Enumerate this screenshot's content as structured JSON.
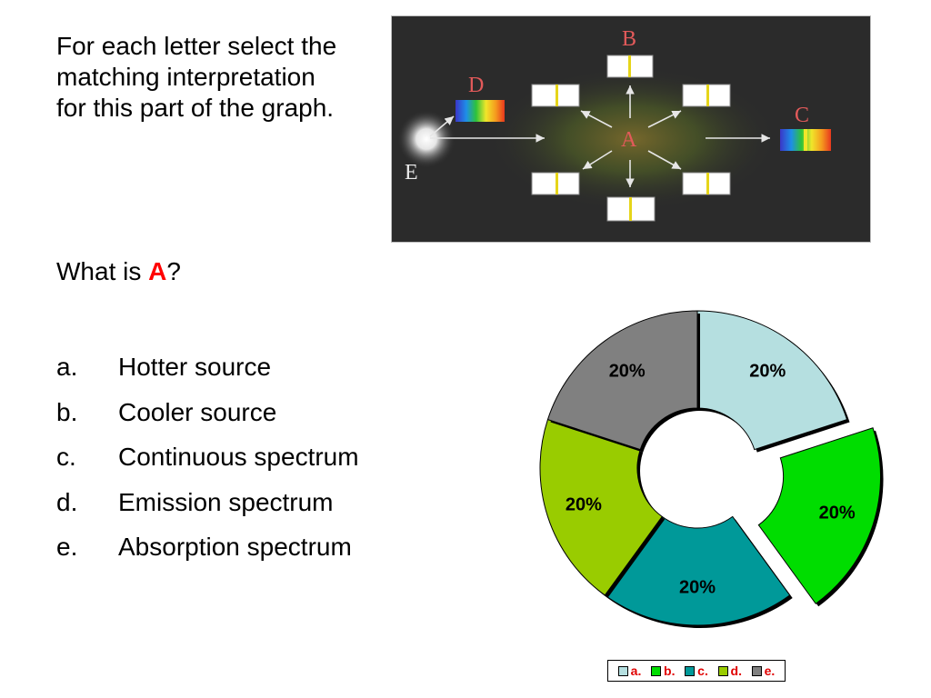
{
  "prompt": "For each letter select the matching interpretation for this part of the graph.",
  "question": {
    "prefix": "What is ",
    "highlight": "A",
    "suffix": "?"
  },
  "options": [
    {
      "letter": "a.",
      "text": "Hotter source"
    },
    {
      "letter": "b.",
      "text": "Cooler source"
    },
    {
      "letter": "c.",
      "text": "Continuous spectrum"
    },
    {
      "letter": "d.",
      "text": "Emission spectrum"
    },
    {
      "letter": "e.",
      "text": "Absorption spectrum"
    }
  ],
  "diagram": {
    "labels": {
      "A": "A",
      "B": "B",
      "C": "C",
      "D": "D",
      "E": "E"
    }
  },
  "chart_data": {
    "type": "pie",
    "style": "donut",
    "exploded": [
      "b."
    ],
    "categories": [
      "a.",
      "b.",
      "c.",
      "d.",
      "e."
    ],
    "values": [
      20,
      20,
      20,
      20,
      20
    ],
    "labels": [
      "20%",
      "20%",
      "20%",
      "20%",
      "20%"
    ],
    "colors": [
      "#b5dfe0",
      "#00dd00",
      "#009999",
      "#99cc00",
      "#808080"
    ],
    "legend_position": "bottom"
  }
}
